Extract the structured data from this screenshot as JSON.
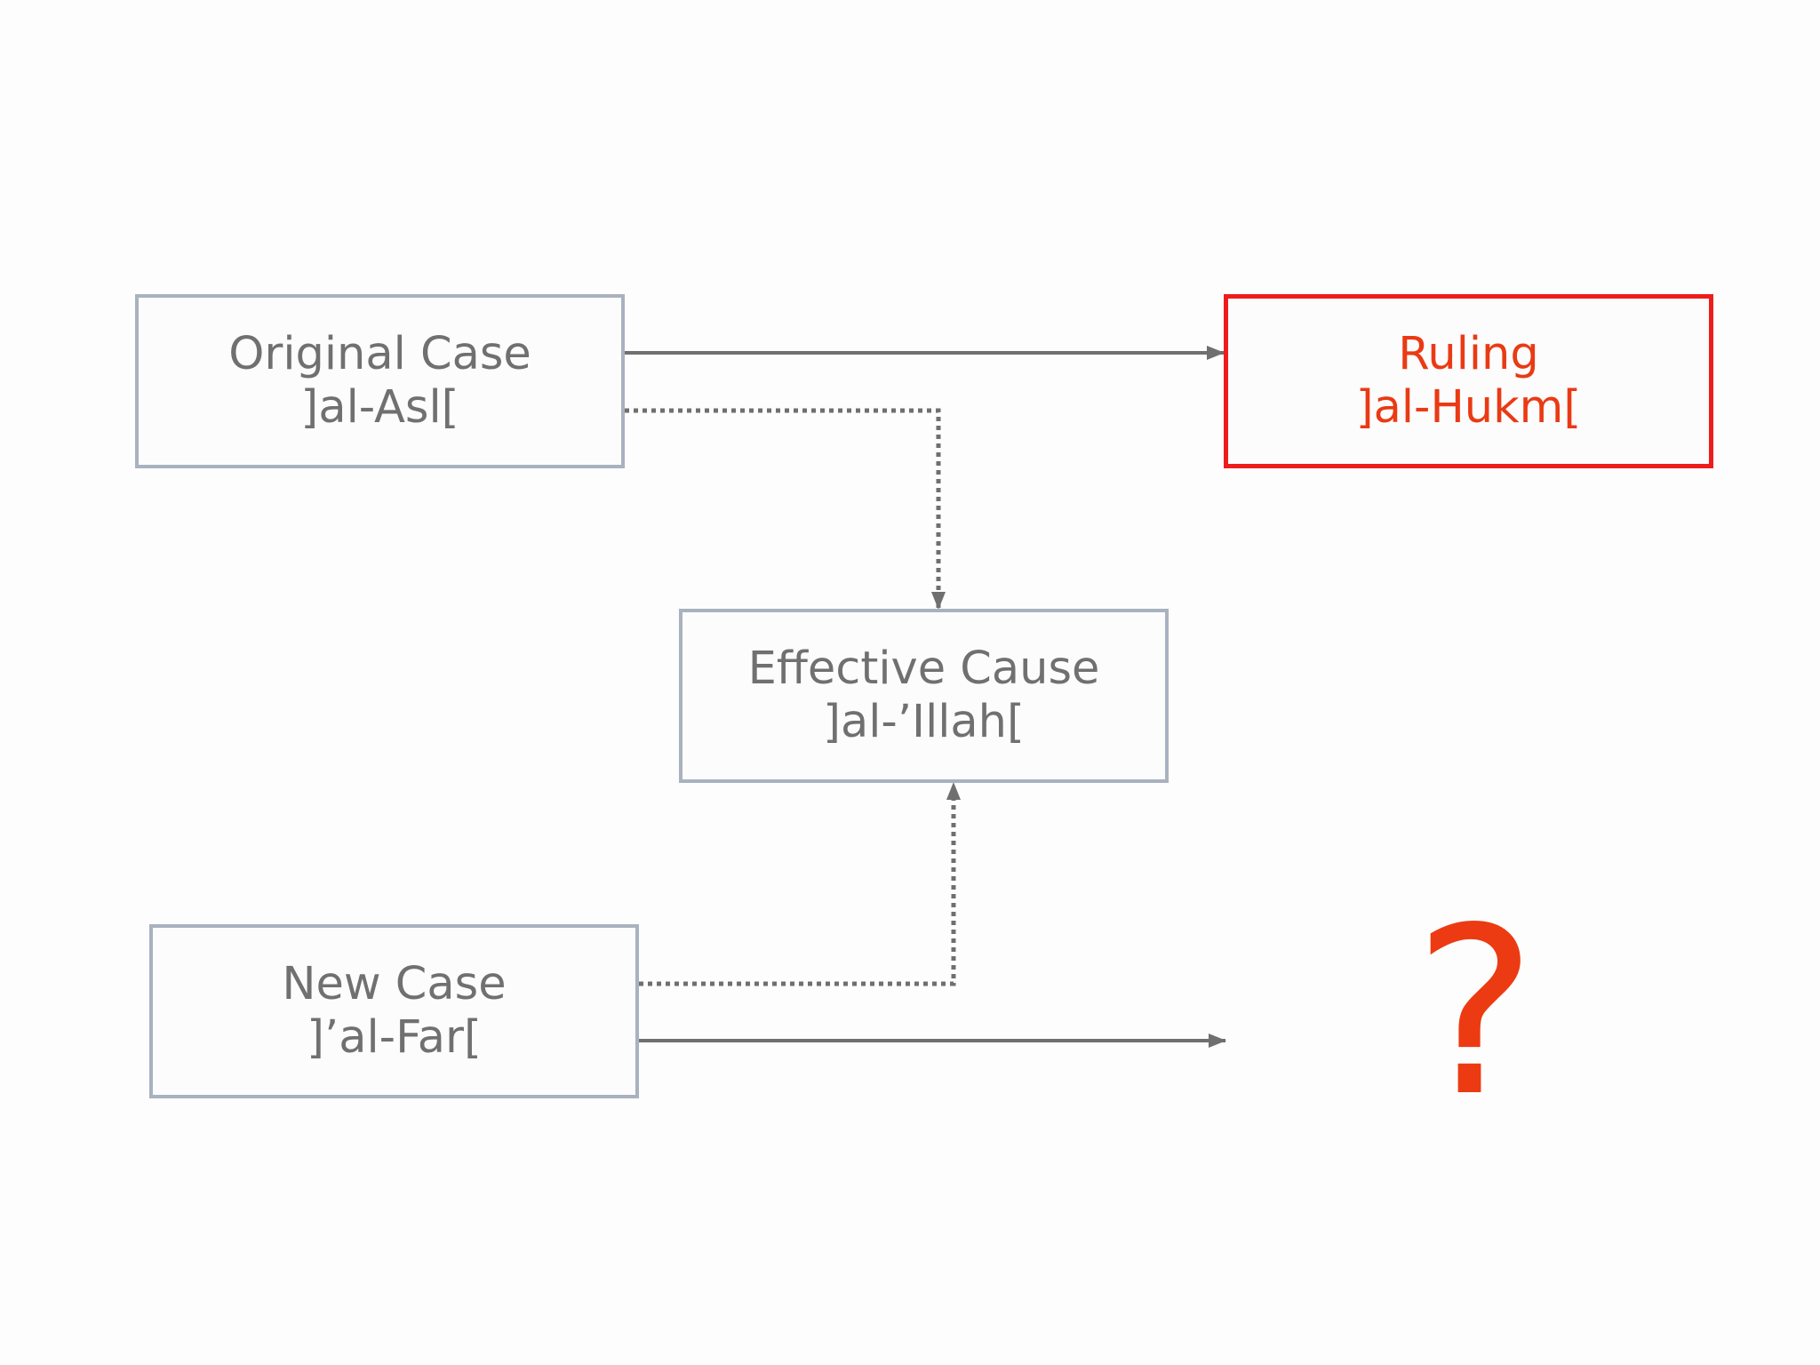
{
  "colors": {
    "box_border": "#a9b2bf",
    "box_text": "#707070",
    "highlight_border": "#ee1d1d",
    "highlight_text": "#ea3a14",
    "connector": "#6f6f6f"
  },
  "nodes": {
    "original_case": {
      "title": "Original Case",
      "subtitle": "]al-Asl["
    },
    "ruling": {
      "title": "Ruling",
      "subtitle": "]al-Hukm["
    },
    "effective_cause": {
      "title": "Effective Cause",
      "subtitle": "]al-’Illah["
    },
    "new_case": {
      "title": "New Case",
      "subtitle": "]’al-Far["
    }
  },
  "unknown_ruling": {
    "symbol": "?"
  },
  "edges": [
    {
      "from": "original_case",
      "to": "ruling",
      "style": "solid"
    },
    {
      "from": "original_case",
      "to": "effective_cause",
      "style": "dotted"
    },
    {
      "from": "new_case",
      "to": "effective_cause",
      "style": "dotted"
    },
    {
      "from": "new_case",
      "to": "unknown_ruling",
      "style": "solid"
    }
  ]
}
